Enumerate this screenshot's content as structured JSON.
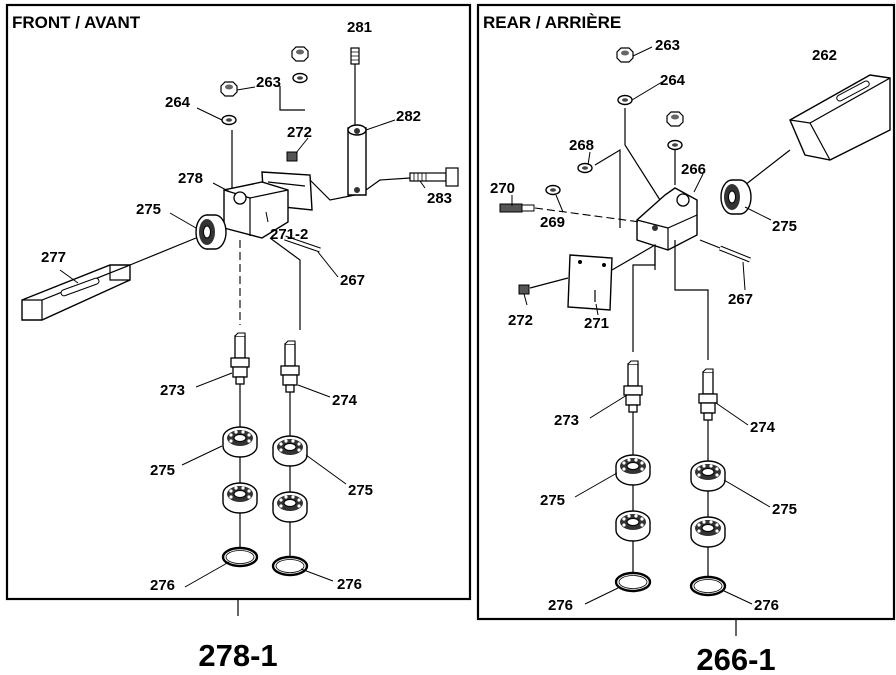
{
  "panels": {
    "front": {
      "title": "FRONT / AVANT",
      "assembly_label": "278-1"
    },
    "rear": {
      "title": "REAR / ARRIÈRE",
      "assembly_label": "266-1"
    }
  },
  "callouts": {
    "front": {
      "c281": "281",
      "c263": "263",
      "c264": "264",
      "c282": "282",
      "c272": "272",
      "c278": "278",
      "c283": "283",
      "c275a": "275",
      "c271_2": "271-2",
      "c277": "277",
      "c267": "267",
      "c273": "273",
      "c274": "274",
      "c275b": "275",
      "c275c": "275",
      "c276a": "276",
      "c276b": "276"
    },
    "rear": {
      "c263": "263",
      "c262": "262",
      "c264": "264",
      "c268": "268",
      "c266": "266",
      "c270": "270",
      "c269": "269",
      "c275a": "275",
      "c267": "267",
      "c272": "272",
      "c271": "271",
      "c273": "273",
      "c274": "274",
      "c275b": "275",
      "c275c": "275",
      "c276a": "276",
      "c276b": "276"
    }
  }
}
